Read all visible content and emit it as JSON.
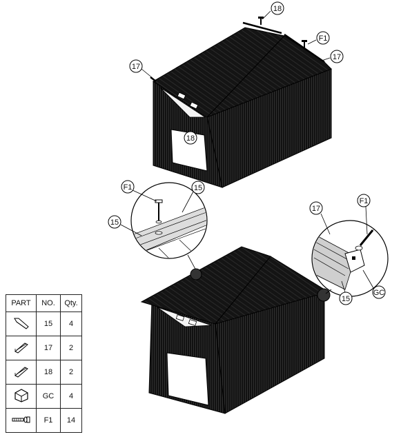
{
  "callouts": {
    "top_18": "18",
    "top_f1": "F1",
    "top_17_right": "17",
    "top_17_left": "17",
    "top_18_door": "18",
    "mid_f1": "F1",
    "mid_15_right": "15",
    "mid_15_left": "15",
    "right_17": "17",
    "right_f1": "F1",
    "right_15": "15",
    "right_gc": "GC"
  },
  "parts_table": {
    "headers": [
      "PART",
      "NO.",
      "Qty."
    ],
    "rows": [
      {
        "icon": "angle-bracket-icon",
        "no": "15",
        "qty": "4"
      },
      {
        "icon": "ridge-cap-icon",
        "no": "17",
        "qty": "2"
      },
      {
        "icon": "ridge-cap-icon",
        "no": "18",
        "qty": "2"
      },
      {
        "icon": "gable-cap-icon",
        "no": "GC",
        "qty": "4"
      },
      {
        "icon": "screw-icon",
        "no": "F1",
        "qty": "14"
      }
    ]
  }
}
